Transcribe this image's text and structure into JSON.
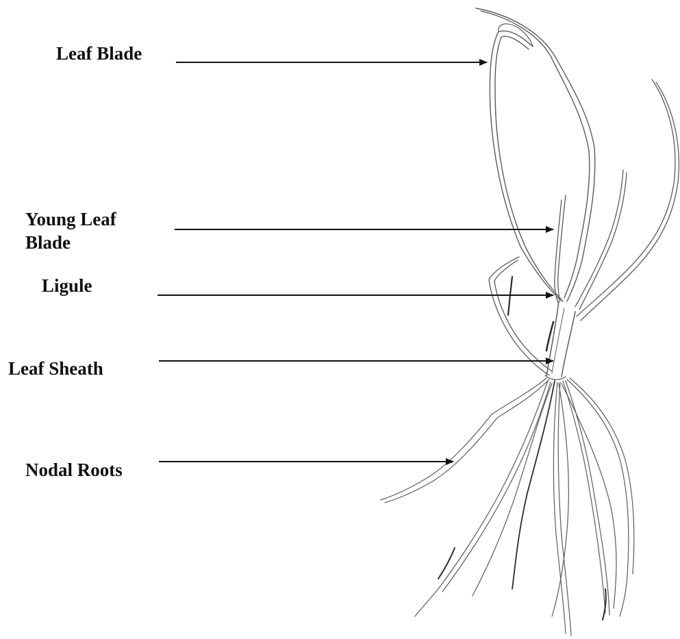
{
  "labels": {
    "leaf_blade": "Leaf Blade",
    "young_leaf_blade_line1": "Young Leaf",
    "young_leaf_blade_line2": "Blade",
    "ligule": "Ligule",
    "leaf_sheath": "Leaf Sheath",
    "nodal_roots": "Nodal Roots"
  },
  "colors": {
    "pointer": "#111111",
    "sketch": "#5a5a5a",
    "sketch_dark": "#2a2a2a",
    "label_text": "#111111"
  }
}
